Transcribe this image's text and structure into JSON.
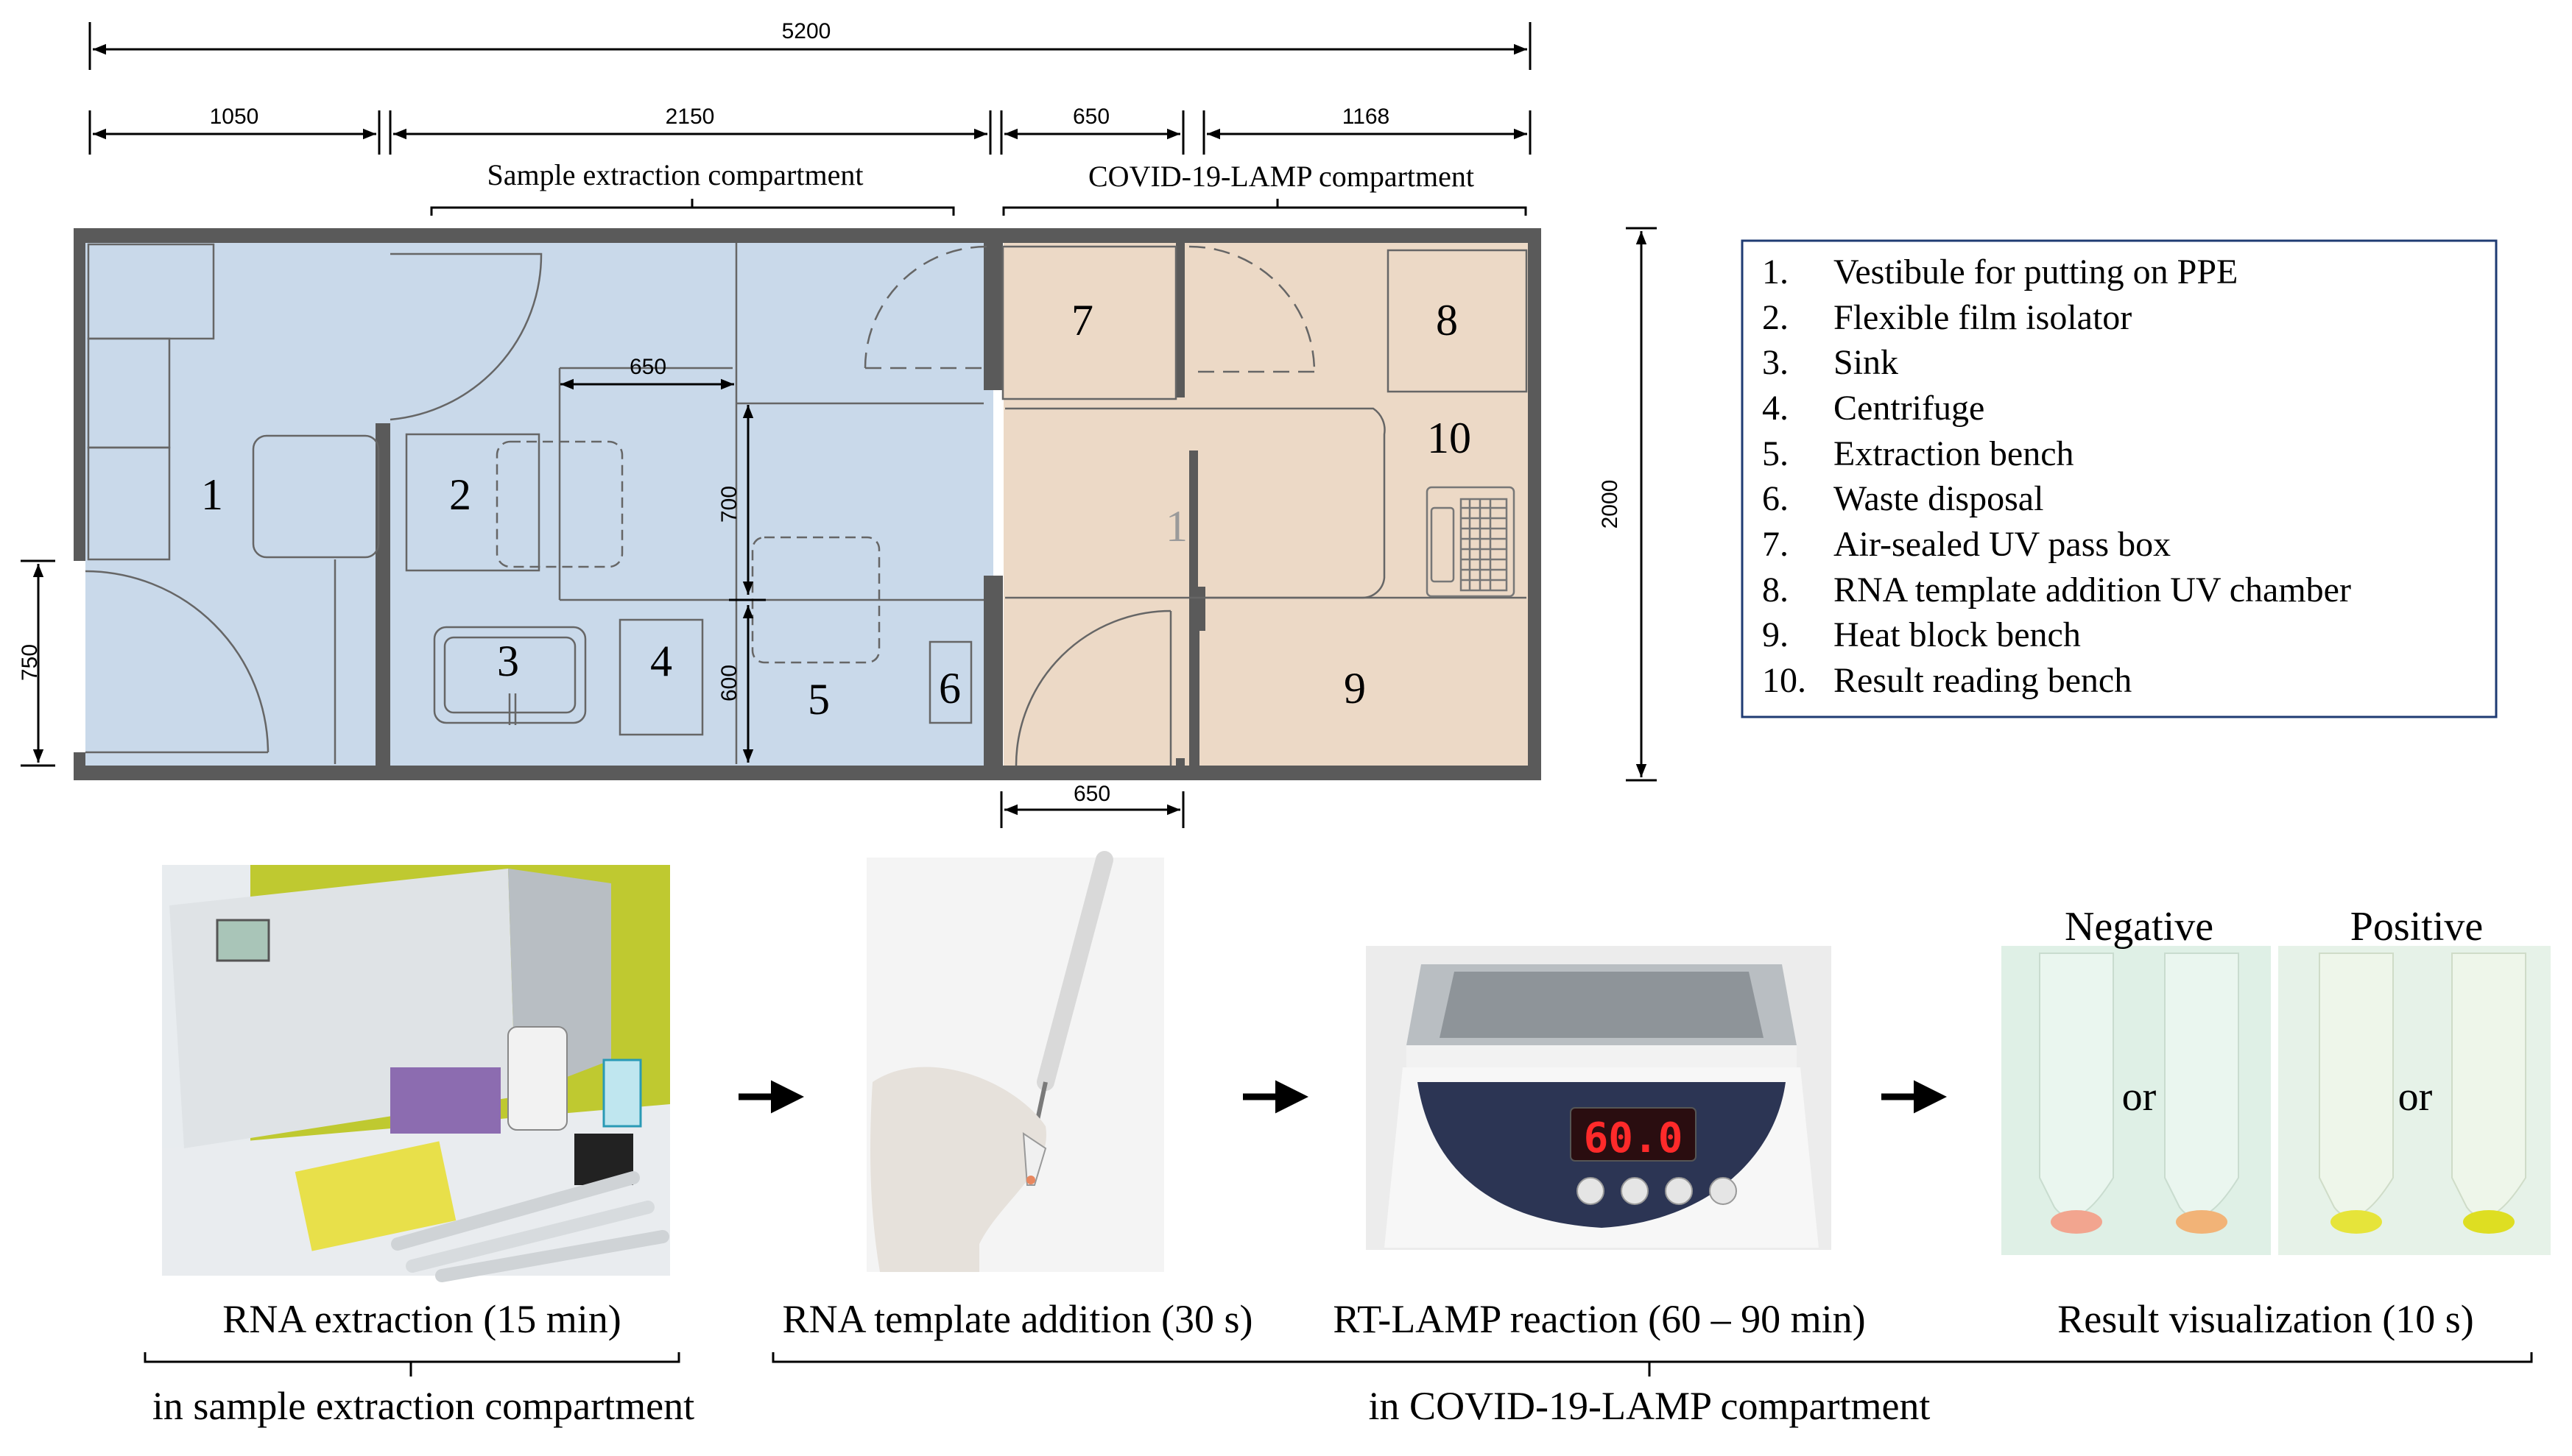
{
  "dimensions": {
    "total": "5200",
    "seg1": "1050",
    "seg2": "2150",
    "seg3": "650",
    "seg4": "1168",
    "door_sample": "650",
    "door_lamp": "650",
    "height_700": "700",
    "height_600": "600",
    "height_2000": "2000",
    "height_750": "750"
  },
  "compartments": {
    "sample": "Sample extraction compartment",
    "lamp": "COVID-19-LAMP compartment"
  },
  "rooms": {
    "n1": "1",
    "n2": "2",
    "n3": "3",
    "n4": "4",
    "n5": "5",
    "n6": "6",
    "n7": "7",
    "n8": "8",
    "n9": "9",
    "n10": "10",
    "n11": "1"
  },
  "legend": [
    {
      "num": "1.",
      "label": "Vestibule for putting on PPE"
    },
    {
      "num": "2.",
      "label": "Flexible film isolator"
    },
    {
      "num": "3.",
      "label": "Sink"
    },
    {
      "num": "4.",
      "label": "Centrifuge"
    },
    {
      "num": "5.",
      "label": "Extraction bench"
    },
    {
      "num": "6.",
      "label": "Waste disposal"
    },
    {
      "num": "7.",
      "label": "Air-sealed UV pass box"
    },
    {
      "num": "8.",
      "label": "RNA template addition UV chamber"
    },
    {
      "num": "9.",
      "label": "Heat block bench"
    },
    {
      "num": "10.",
      "label": "Result reading bench"
    }
  ],
  "workflow": {
    "step1": "RNA extraction (15 min)",
    "step2": "RNA template addition (30 s)",
    "step3": "RT-LAMP reaction (60 – 90 min)",
    "step4": "Result visualization (10 s)",
    "group1": "in sample extraction compartment",
    "group2": "in COVID-19-LAMP compartment",
    "negative": "Negative",
    "positive": "Positive",
    "or": "or",
    "display": "60.0"
  },
  "colors": {
    "sample_room": "#c9d9ea",
    "lamp_room": "#ecd9c6",
    "wall": "#5a5a5a",
    "legend_border": "#1f3b73"
  }
}
